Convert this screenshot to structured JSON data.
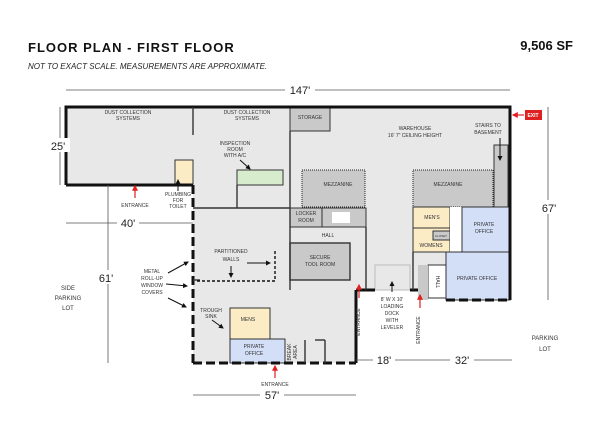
{
  "header": {
    "title": "FLOOR PLAN - FIRST FLOOR",
    "area": "9,506 SF",
    "subtitle": "NOT TO EXACT SCALE. MEASUREMENTS ARE APPROXIMATE."
  },
  "dimensions": {
    "top": "147'",
    "left_wing": "25'",
    "right": "67'",
    "wing_width": "40'",
    "left_main": "61'",
    "bottom": "57'",
    "dock": "18'",
    "right_bottom": "32'"
  },
  "rooms": {
    "dust1": [
      "DUST COLLECTION",
      "SYSTEMS"
    ],
    "dust2": [
      "DUST COLLECTION",
      "SYSTEMS"
    ],
    "storage": "STORAGE",
    "warehouse": [
      "WAREHOUSE",
      "16' 7\" CEILING HEIGHT"
    ],
    "stairs_basement": [
      "STAIRS TO",
      "BASEMENT"
    ],
    "inspection": [
      "INSPECTION",
      "ROOM",
      "WITH A/C"
    ],
    "plumbing": [
      "PLUMBING",
      "FOR",
      "TOILET"
    ],
    "mezzanine1": "MEZZANINE",
    "mezzanine2": "MEZZANINE",
    "locker": [
      "LOCKER",
      "ROOM"
    ],
    "hall": "HALL",
    "secure_tool": [
      "SECURE",
      "TOOL ROOM"
    ],
    "partitioned": [
      "PARTITIONED",
      "WALLS"
    ],
    "window_covers": [
      "METAL",
      "ROLL-UP",
      "WINDOW",
      "COVERS"
    ],
    "trough": [
      "TROUGH",
      "SINK"
    ],
    "mens_left": "MENS",
    "office_left": [
      "PRIVATE",
      "OFFICE"
    ],
    "break": [
      "BREAK",
      "AREA"
    ],
    "mens_right": "MEN'S",
    "womens": "WOMENS",
    "closet": "CLOSET",
    "office_right_top": [
      "PRIVATE",
      "OFFICE"
    ],
    "office_right": "PRIVATE OFFICE",
    "hall_vertical": "HALL",
    "loading": [
      "8' W X 10'",
      "LOADING",
      "DOCK",
      "WITH",
      "LEVELER"
    ]
  },
  "labels": {
    "entrance": "ENTRANCE",
    "exit": "EXIT",
    "side_parking": [
      "SIDE",
      "PARKING",
      "LOT"
    ],
    "parking": [
      "PARKING",
      "LOT"
    ]
  },
  "colors": {
    "floor": "#e8e8e8",
    "gray_room": "#c9c9c9",
    "tan": "#fbecc6",
    "blue": "#d3def7",
    "green": "#d7eccc",
    "red": "#e02020"
  }
}
